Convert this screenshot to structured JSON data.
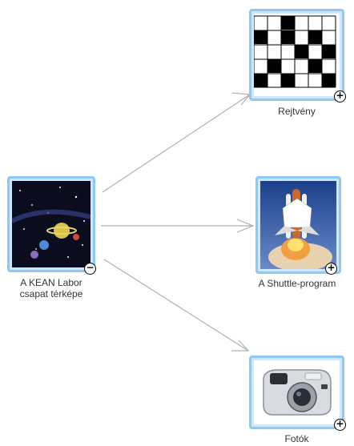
{
  "root": {
    "label_line1": "A KEAN Labor",
    "label_line2": "csapat térképe",
    "toggle_symbol": "−",
    "icon": "space-collage-image"
  },
  "children": [
    {
      "label": "Rejtvény",
      "toggle_symbol": "+",
      "icon": "crossword-image"
    },
    {
      "label": "A Shuttle-program",
      "toggle_symbol": "+",
      "icon": "space-shuttle-image"
    },
    {
      "label": "Fotók",
      "toggle_symbol": "+",
      "icon": "camera-image"
    }
  ],
  "colors": {
    "frame_border": "#8ec8f4",
    "connector": "#b0b0b0"
  }
}
